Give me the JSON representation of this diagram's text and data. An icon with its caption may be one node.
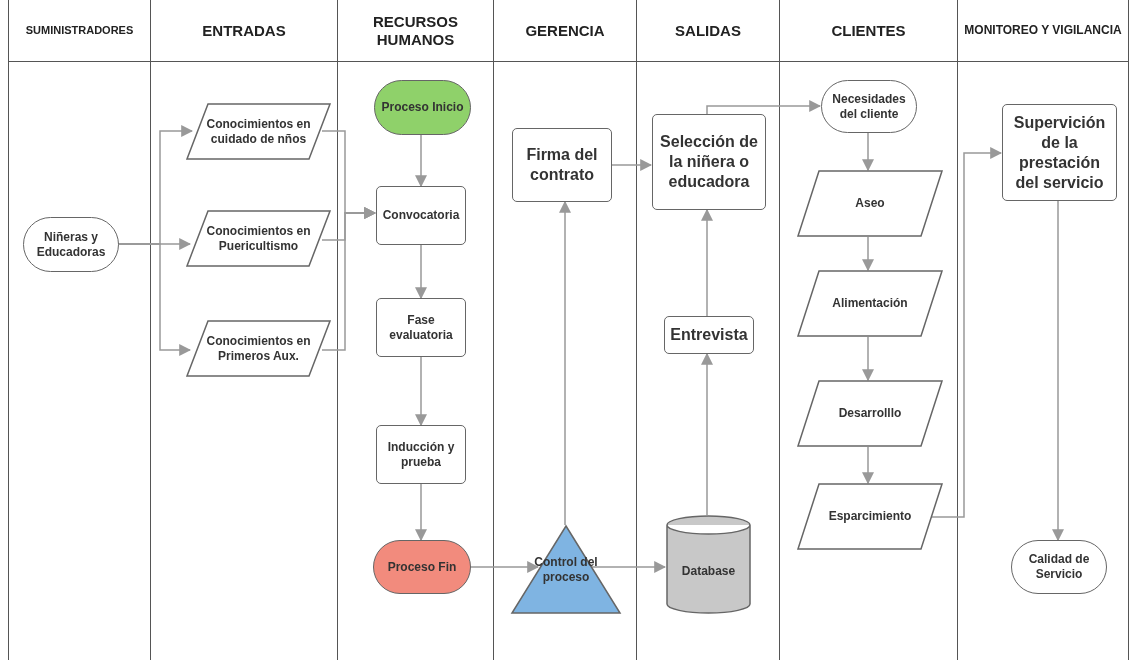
{
  "diagram": {
    "nodes": [
      {
        "text": [
          "SUMINISTRADORES"
        ]
      },
      {
        "text": [
          "ENTRADAS"
        ]
      },
      {
        "text": [
          "RECURSOS HUMANOS"
        ]
      },
      {
        "text": [
          "GERENCIA"
        ]
      },
      {
        "text": [
          "SALIDAS"
        ]
      },
      {
        "text": [
          "CLIENTES"
        ]
      },
      {
        "text": [
          "MONITOREO Y VIGILANCIA"
        ]
      },
      {
        "text": [
          "Niñeras y Educadoras"
        ],
        "in": 0
      },
      {
        "text": [
          "Conocimientos en cuidado de nños"
        ],
        "in": 1
      },
      {
        "text": [
          "Conocimientos en Puericultismo"
        ],
        "in": 1
      },
      {
        "text": [
          "Conocimientos en Primeros Aux."
        ],
        "in": 1
      },
      {
        "text": [
          "Proceso Inicio"
        ],
        "in": 2
      },
      {
        "text": [
          "Convocatoria"
        ],
        "in": 2
      },
      {
        "text": [
          "Fase evaluatoria"
        ],
        "in": 2
      },
      {
        "text": [
          "Inducción y prueba"
        ],
        "in": 2
      },
      {
        "text": [
          "Proceso Fin"
        ],
        "in": 2
      },
      {
        "text": [
          "Firma del contrato"
        ],
        "in": 3
      },
      {
        "text": [
          "Control del proceso"
        ],
        "in": 3
      },
      {
        "text": [
          "Selección de la niñera o educadora"
        ],
        "in": 4
      },
      {
        "text": [
          "Entrevista"
        ],
        "in": 4
      },
      {
        "text": [
          "Database"
        ],
        "in": 4
      },
      {
        "text": [
          "Necesidades del cliente"
        ],
        "in": 5
      },
      {
        "text": [
          "Aseo"
        ],
        "in": 5
      },
      {
        "text": [
          "Alimentación"
        ],
        "in": 5
      },
      {
        "text": [
          "Desarrolllo"
        ],
        "in": 5
      },
      {
        "text": [
          "Esparcimiento"
        ],
        "in": 5
      },
      {
        "text": [
          "Supervición de la prestación del servicio"
        ],
        "in": 6
      },
      {
        "text": [
          "Calidad de Servicio"
        ],
        "in": 6
      }
    ],
    "edges": [
      {
        "from": 7,
        "to": 8,
        "arrow": "to"
      },
      {
        "from": 7,
        "to": 9,
        "arrow": "to"
      },
      {
        "from": 7,
        "to": 10,
        "arrow": "to"
      },
      {
        "from": 8,
        "to": 12,
        "arrow": "to"
      },
      {
        "from": 9,
        "to": 12,
        "arrow": "to"
      },
      {
        "from": 10,
        "to": 12,
        "arrow": "to"
      },
      {
        "from": 11,
        "to": 12,
        "arrow": "to"
      },
      {
        "from": 12,
        "to": 13,
        "arrow": "to"
      },
      {
        "from": 13,
        "to": 14,
        "arrow": "to"
      },
      {
        "from": 14,
        "to": 15,
        "arrow": "to"
      },
      {
        "from": 15,
        "to": 17,
        "arrow": "to"
      },
      {
        "from": 17,
        "to": 16,
        "arrow": "to"
      },
      {
        "from": 17,
        "to": 20,
        "arrow": "to"
      },
      {
        "from": 16,
        "to": 18,
        "arrow": "to"
      },
      {
        "from": 20,
        "to": 19,
        "arrow": "to"
      },
      {
        "from": 19,
        "to": 18,
        "arrow": "to"
      },
      {
        "from": 18,
        "to": 21,
        "arrow": "to"
      },
      {
        "from": 21,
        "to": 22,
        "arrow": "to"
      },
      {
        "from": 22,
        "to": 23,
        "arrow": "to"
      },
      {
        "from": 23,
        "to": 24,
        "arrow": "to"
      },
      {
        "from": 24,
        "to": 25,
        "arrow": "to"
      },
      {
        "from": 25,
        "to": 26,
        "arrow": "to"
      },
      {
        "from": 26,
        "to": 27,
        "arrow": "to"
      }
    ]
  }
}
